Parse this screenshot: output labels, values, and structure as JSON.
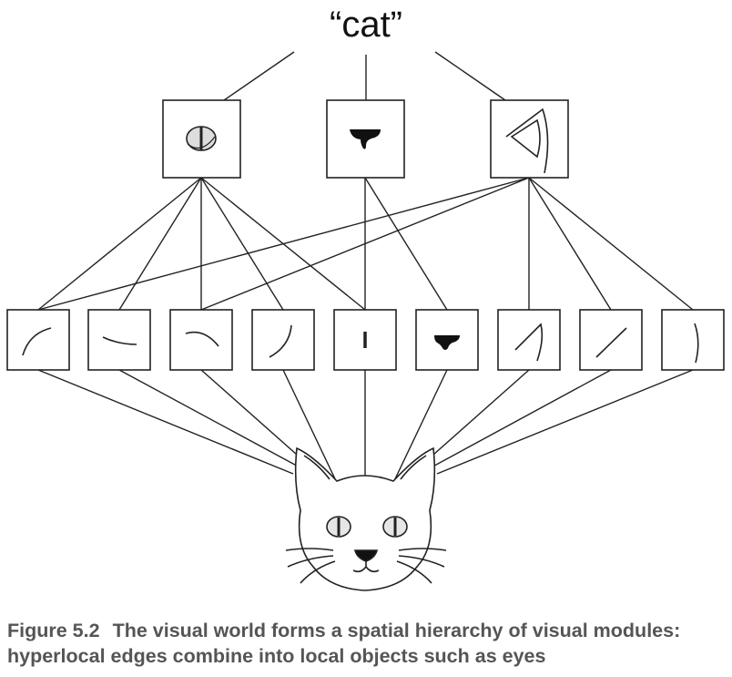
{
  "diagram": {
    "top_label": "“cat”",
    "feature_icons": [
      "eye-icon",
      "nose-icon",
      "ear-icon"
    ],
    "edge_icons": [
      "curve-up-edge-icon",
      "curve-down-edge-icon",
      "arc-edge-icon",
      "curve-right-edge-icon",
      "vertical-bar-icon",
      "nose-icon",
      "ear-outline-icon",
      "diagonal-edge-icon",
      "vertical-curve-edge-icon"
    ],
    "bottom_image": "cat-face-icon"
  },
  "caption": {
    "label": "Figure 5.2",
    "text": "The visual world forms a spatial hierarchy of visual modules: hyperlocal edges combine into local objects such as eyes"
  }
}
